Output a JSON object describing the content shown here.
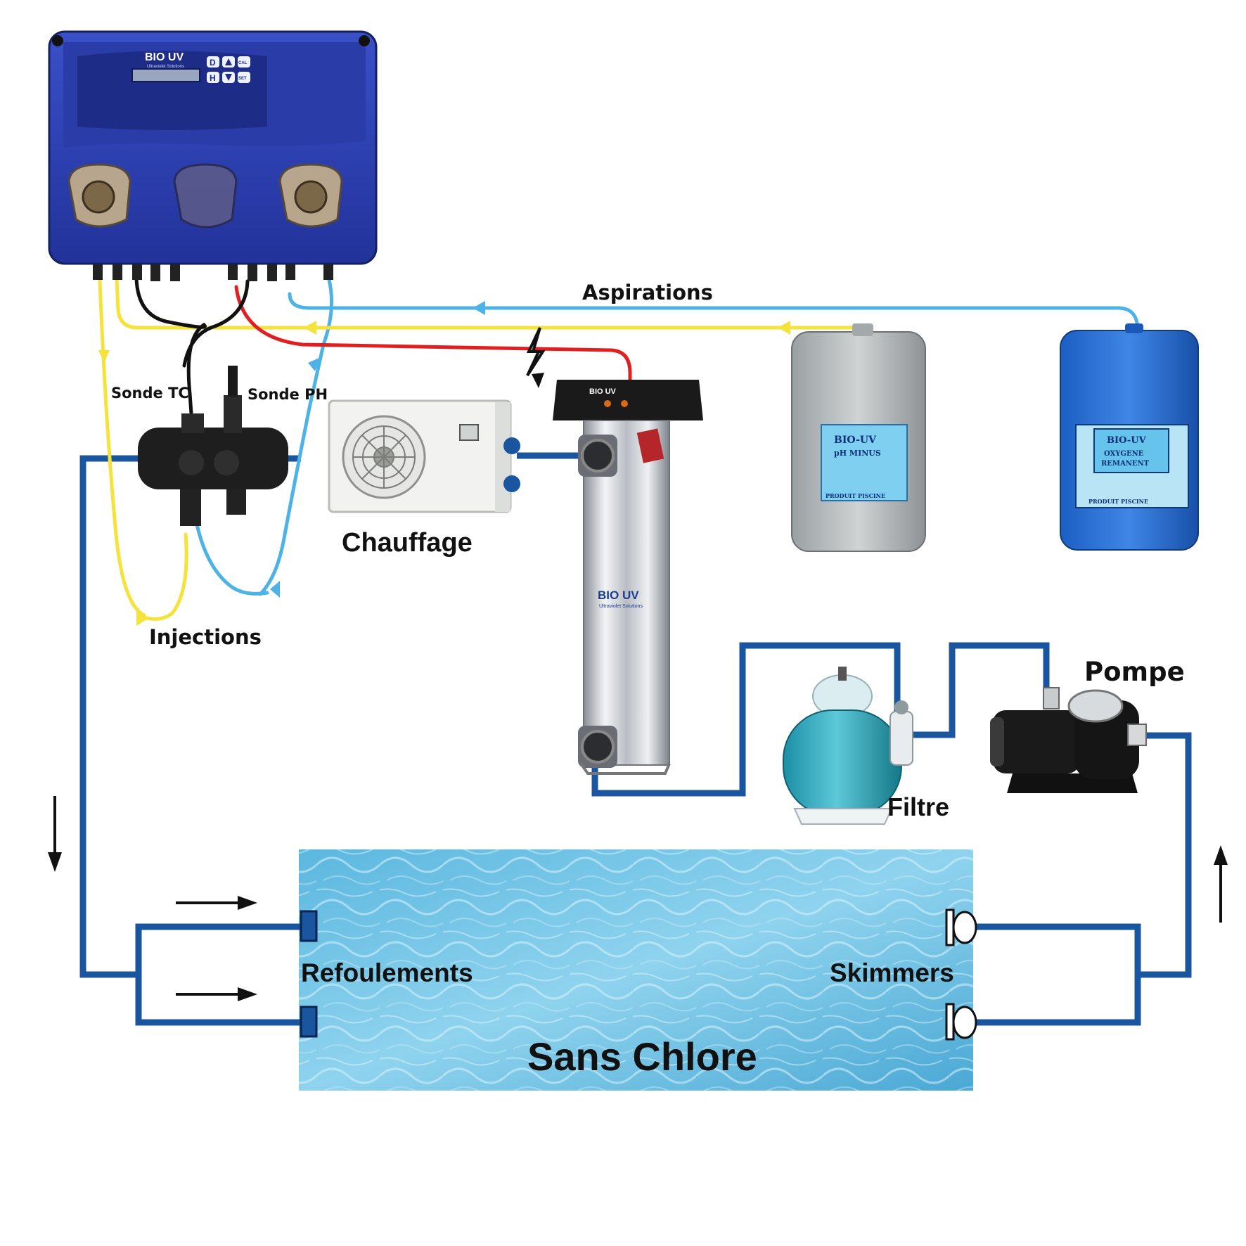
{
  "labels": {
    "aspirations": "Aspirations",
    "sonde_tc": "Sonde TC",
    "sonde_ph": "Sonde PH",
    "chauffage": "Chauffage",
    "injections": "Injections",
    "pompe": "Pompe",
    "filtre": "Filtre",
    "refoulements": "Refoulements",
    "skimmers": "Skimmers",
    "pool_title": "Sans Chlore"
  },
  "device_branding": {
    "controller_logo": "BIO UV",
    "controller_sub": "Ultraviolet Solutions",
    "key_d": "D",
    "key_h": "H",
    "key_cal": "CAL",
    "key_set": "SET",
    "uv_logo": "BIO UV",
    "uv_sub": "Ultraviolet Solutions"
  },
  "canisters": {
    "ph_minus": {
      "brand": "BIO-UV",
      "product": "pH MINUS",
      "footer": "PRODUIT PISCINE"
    },
    "oxygene": {
      "brand": "BIO-UV",
      "product_line1": "OXYGENE",
      "product_line2": "REMANENT",
      "footer": "PRODUIT PISCINE"
    }
  },
  "colors": {
    "pipe_blue": "#1a56a0",
    "tube_cyan": "#4db3e6",
    "tube_yellow": "#f5e23a",
    "tube_red": "#e02020",
    "cable_black": "#111111",
    "water": "#6cc3e3",
    "controller_blue": "#2b3fb0"
  }
}
